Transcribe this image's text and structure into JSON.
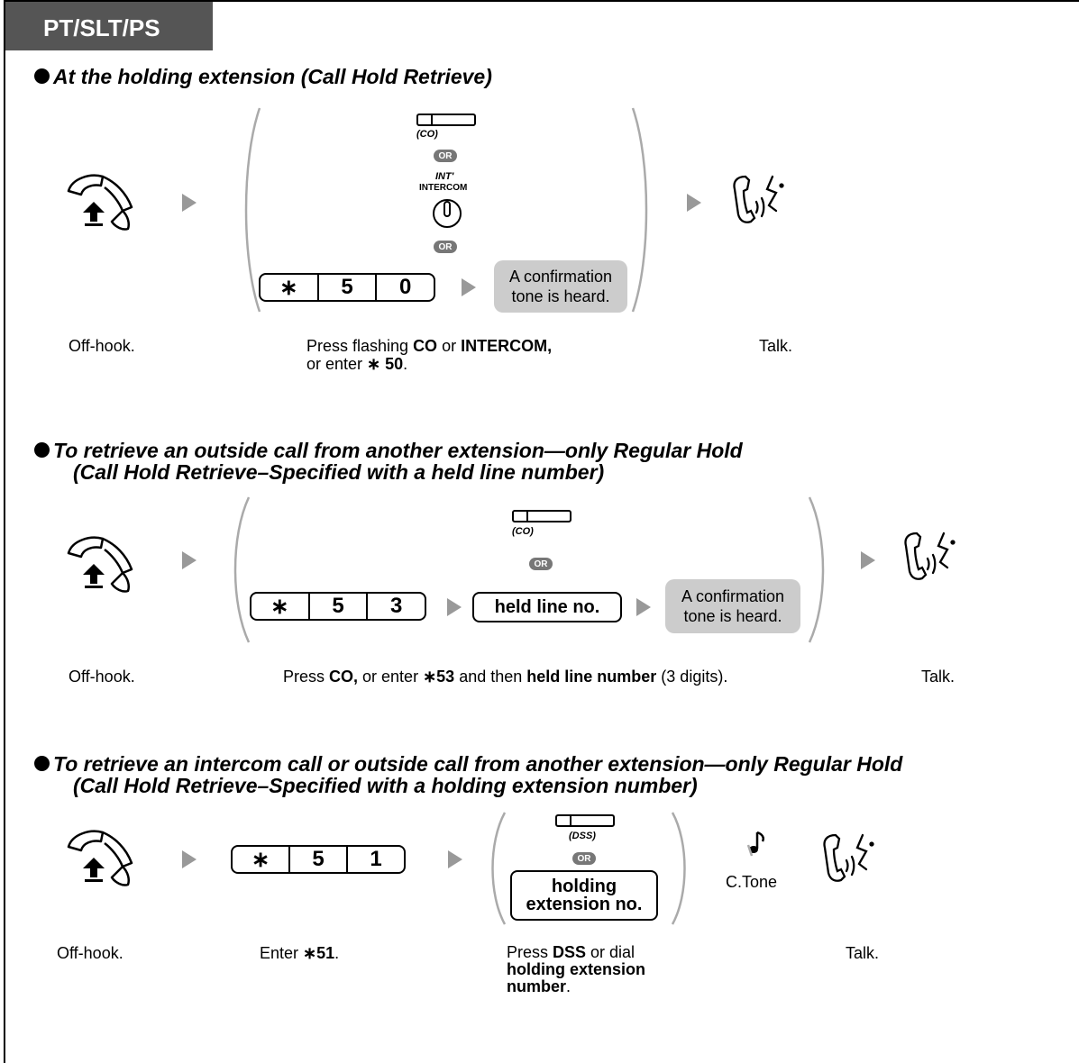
{
  "header": {
    "label": "PT/SLT/PS"
  },
  "sections": [
    {
      "title": "At the holding extension (Call Hold Retrieve)",
      "keys": [
        "∗",
        "5",
        "0"
      ],
      "co_label": "(CO)",
      "or_label": "OR",
      "int_label": "INT'",
      "intercom_label": "INTERCOM",
      "confirm_line1": "A confirmation",
      "confirm_line2": "tone is heard.",
      "cap_offhook": "Off-hook.",
      "cap_press_1": "Press flashing ",
      "cap_press_co": "CO",
      "cap_press_or": " or ",
      "cap_press_intercom": "INTERCOM,",
      "cap_press_2": "or enter ",
      "cap_press_code": "∗ 50",
      "cap_press_end": ".",
      "cap_talk": "Talk."
    },
    {
      "title_line1": "To retrieve an outside call from another extension—only Regular Hold",
      "title_line2": "(Call Hold Retrieve–Specified with a held line number)",
      "keys": [
        "∗",
        "5",
        "3"
      ],
      "co_label": "(CO)",
      "or_label": "OR",
      "held_line": "held line no.",
      "confirm_line1": "A confirmation",
      "confirm_line2": "tone is heard.",
      "cap_offhook": "Off-hook.",
      "cap_press_a": "Press ",
      "cap_press_co": "CO,",
      "cap_press_b": " or enter ",
      "cap_press_code": "∗53",
      "cap_press_c": " and then ",
      "cap_press_held": "held line number",
      "cap_press_d": " (3 digits).",
      "cap_talk": "Talk."
    },
    {
      "title_line1": "To retrieve an intercom call or outside call from another extension—only Regular Hold",
      "title_line2": "(Call Hold Retrieve–Specified with a holding extension number)",
      "keys": [
        "∗",
        "5",
        "1"
      ],
      "dss_label": "(DSS)",
      "or_label": "OR",
      "holding_line1": "holding",
      "holding_line2": "extension no.",
      "ctone": "C.Tone",
      "cap_offhook": "Off-hook.",
      "cap_enter_a": "Enter ",
      "cap_enter_code": "∗51",
      "cap_enter_b": ".",
      "cap_press_a": "Press ",
      "cap_press_dss": "DSS",
      "cap_press_b": " or dial",
      "cap_press_c": "holding extension",
      "cap_press_d": "number",
      "cap_press_e": ".",
      "cap_talk": "Talk."
    }
  ]
}
